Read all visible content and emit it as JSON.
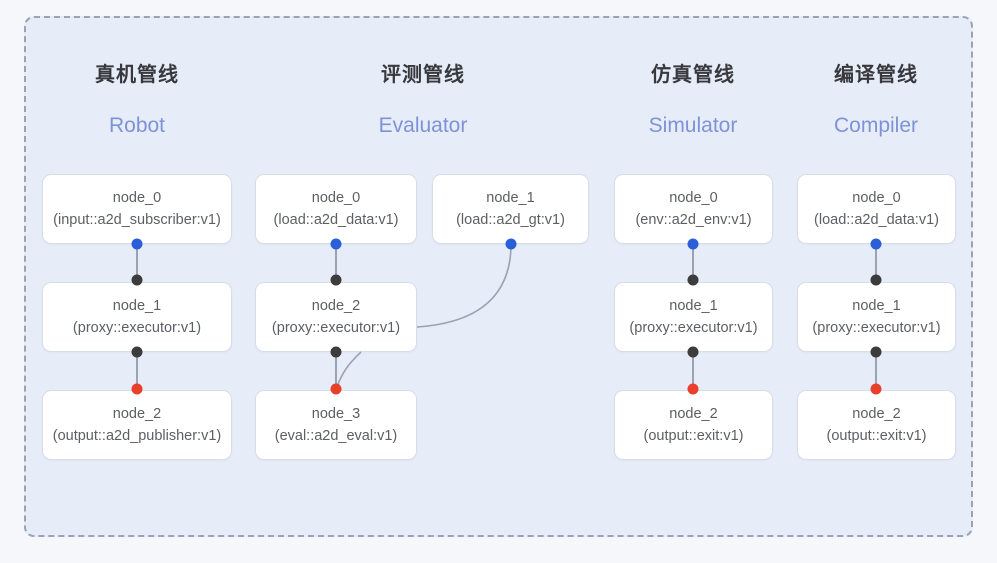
{
  "diagram": {
    "background_color": "#e7ecf9",
    "border_color": "#9aa3b5",
    "page_background": "#f6f7fa",
    "accent_colors": {
      "input_port": "#2b5fd9",
      "mid_port": "#3c3c3c",
      "output_port": "#e8402a",
      "edge": "#9aa2b3",
      "title_cn": "#37393d",
      "title_en": "#7e92d6",
      "node_text": "#5c5f63",
      "node_border": "#d9dde8"
    }
  },
  "columns": [
    {
      "title_cn": "真机管线",
      "title_en": "Robot",
      "nodes": [
        {
          "id": "node_0",
          "type": "(input::a2d_subscriber:v1)"
        },
        {
          "id": "node_1",
          "type": "(proxy::executor:v1)"
        },
        {
          "id": "node_2",
          "type": "(output::a2d_publisher:v1)"
        }
      ]
    },
    {
      "title_cn": "评测管线",
      "title_en": "Evaluator",
      "nodes": [
        {
          "id": "node_0",
          "type": "(load::a2d_data:v1)"
        },
        {
          "id": "node_1",
          "type": "(load::a2d_gt:v1)"
        },
        {
          "id": "node_2",
          "type": "(proxy::executor:v1)"
        },
        {
          "id": "node_3",
          "type": "(eval::a2d_eval:v1)"
        }
      ]
    },
    {
      "title_cn": "仿真管线",
      "title_en": "Simulator",
      "nodes": [
        {
          "id": "node_0",
          "type": "(env::a2d_env:v1)"
        },
        {
          "id": "node_1",
          "type": "(proxy::executor:v1)"
        },
        {
          "id": "node_2",
          "type": "(output::exit:v1)"
        }
      ]
    },
    {
      "title_cn": "编译管线",
      "title_en": "Compiler",
      "nodes": [
        {
          "id": "node_0",
          "type": "(load::a2d_data:v1)"
        },
        {
          "id": "node_1",
          "type": "(proxy::executor:v1)"
        },
        {
          "id": "node_2",
          "type": "(output::exit:v1)"
        }
      ]
    }
  ]
}
